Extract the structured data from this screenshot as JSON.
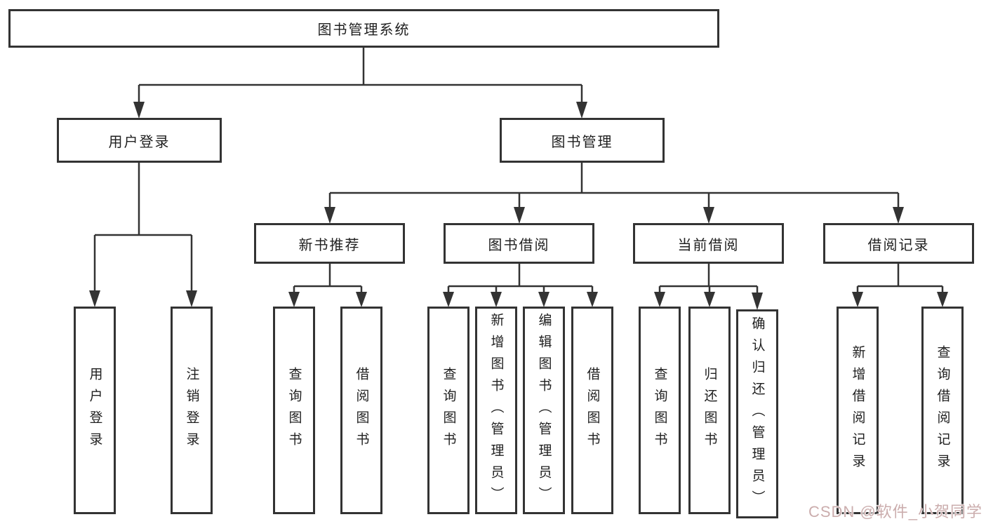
{
  "diagram": {
    "root": {
      "label": "图书管理系统"
    },
    "branches": [
      {
        "label": "用户登录",
        "children": [
          {
            "label": "用户登录"
          },
          {
            "label": "注销登录"
          }
        ]
      },
      {
        "label": "图书管理",
        "children": [
          {
            "label": "新书推荐",
            "children": [
              {
                "label": "查询图书"
              },
              {
                "label": "借阅图书"
              }
            ]
          },
          {
            "label": "图书借阅",
            "children": [
              {
                "label": "查询图书"
              },
              {
                "label": "新增图书（管理员）"
              },
              {
                "label": "编辑图书（管理员）"
              },
              {
                "label": "借阅图书"
              }
            ]
          },
          {
            "label": "当前借阅",
            "children": [
              {
                "label": "查询图书"
              },
              {
                "label": "归还图书"
              },
              {
                "label": "确认归还（管理员）"
              }
            ]
          },
          {
            "label": "借阅记录",
            "children": [
              {
                "label": "新增借阅记录"
              },
              {
                "label": "查询借阅记录"
              }
            ]
          }
        ]
      }
    ],
    "line_color": "#333333"
  },
  "watermark": {
    "text": "CSDN @软件_小贺同学",
    "color": "#cbadad"
  }
}
